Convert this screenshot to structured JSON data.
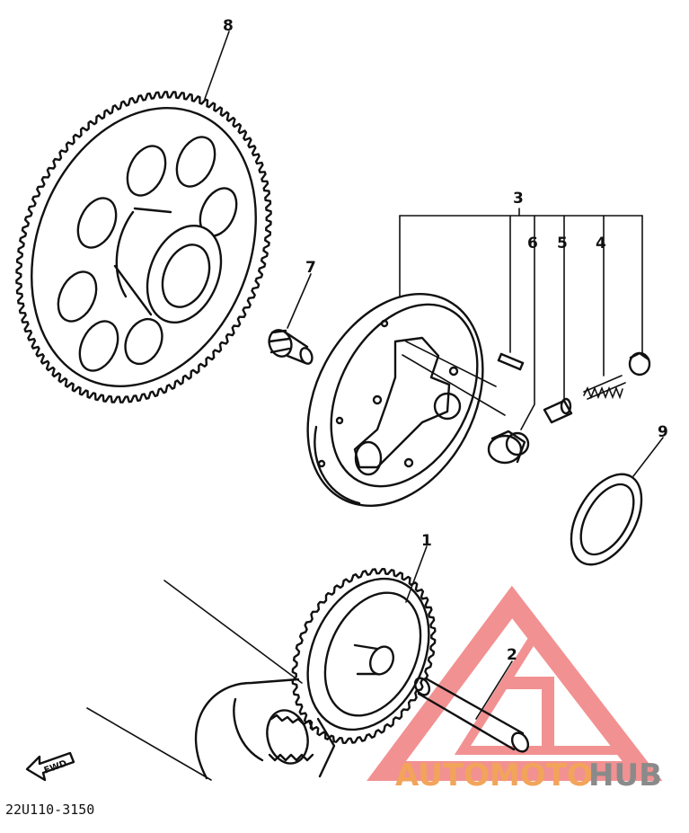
{
  "callouts": {
    "part_1": "1",
    "part_2": "2",
    "part_3": "3",
    "part_4": "4",
    "part_5": "5",
    "part_6": "6",
    "part_7": "7",
    "part_8": "8",
    "part_9": "9"
  },
  "diagram_code": "22U110-3150",
  "fwd_label": "FWD",
  "watermark": {
    "part_a": "AUTOMOTO",
    "part_b": "HUB"
  },
  "colors": {
    "ink": "#111111",
    "watermark_red": "#e8383a",
    "watermark_orange": "#f2a45a",
    "watermark_gray": "#8a8a8a"
  }
}
